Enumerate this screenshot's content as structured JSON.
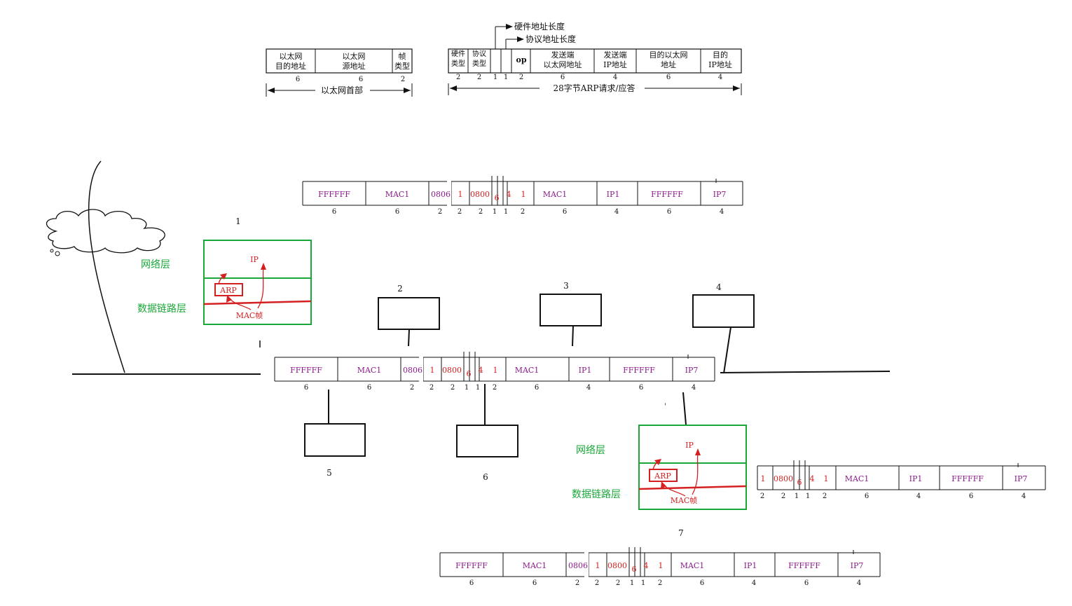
{
  "header": {
    "eth_fields": [
      "以太网\n目的地址",
      "以太网\n源地址",
      "帧\n类型"
    ],
    "eth_sizes": [
      "6",
      "6",
      "2"
    ],
    "eth_span_label": "以太网首部",
    "arp_fields": [
      "硬件\n类型",
      "协议\n类型",
      "",
      "",
      "op",
      "发送端\n以太网地址",
      "发送端\nIP地址",
      "目的以太网\n地址",
      "目的\nIP地址"
    ],
    "arp_sizes": [
      "2",
      "2",
      "1",
      "1",
      "2",
      "6",
      "4",
      "6",
      "4"
    ],
    "arp_span_label": "28字节ARP请求/应答",
    "callout_hw_len": "硬件地址长度",
    "callout_proto_len": "协议地址长度"
  },
  "packet": {
    "fields": [
      "FFFFFF",
      "MAC1",
      "0806",
      "1",
      "0800",
      "6",
      "4",
      "1",
      "MAC1",
      "IP1",
      "FFFFFF",
      "IP7"
    ],
    "sizes": [
      "6",
      "6",
      "2",
      "2",
      "2",
      "1",
      "1",
      "2",
      "6",
      "4",
      "6",
      "4"
    ],
    "arp_part_fields": [
      "1",
      "0800",
      "6",
      "4",
      "1",
      "MAC1",
      "IP1",
      "FFFFFF",
      "IP7"
    ],
    "arp_part_sizes": [
      "2",
      "2",
      "1",
      "1",
      "2",
      "6",
      "4",
      "6",
      "4"
    ]
  },
  "hosts": [
    {
      "label": "1"
    },
    {
      "label": "2"
    },
    {
      "label": "3"
    },
    {
      "label": "4"
    },
    {
      "label": "5"
    },
    {
      "label": "6"
    },
    {
      "label": "7"
    }
  ],
  "stack": {
    "network_layer": "网络层",
    "datalink_layer": "数据链路层",
    "ip_label": "IP",
    "arp_label": "ARP",
    "mac_frame_label": "MAC帧"
  },
  "colors": {
    "purple": "#8a1a8a",
    "red": "#d42020",
    "green": "#1aa83a",
    "black": "#111111"
  }
}
